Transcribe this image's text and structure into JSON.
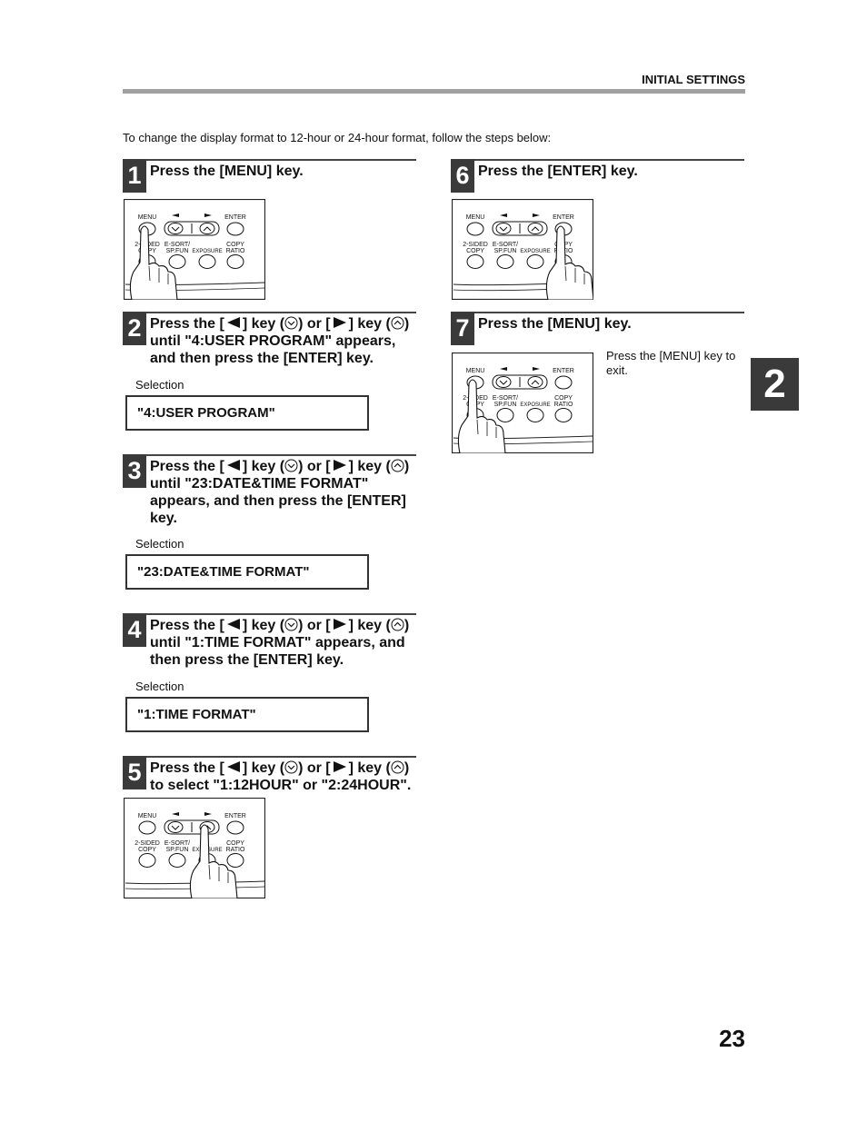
{
  "header": {
    "section": "INITIAL SETTINGS"
  },
  "intro": "To change the display format to 12-hour or 24-hour format, follow the steps below:",
  "common": {
    "press_the": "Press the [",
    "key_open": "] key (",
    "or_open": ") or [",
    "close": ")",
    "selection_label": "Selection"
  },
  "panel_labels": {
    "menu": "MENU",
    "enter": "ENTER",
    "two_sided": "2-SIDED",
    "copy": "COPY",
    "esort": "E-SORT/",
    "spfun": "SP.FUN",
    "exposure": "EXPOSURE",
    "copy2": "COPY",
    "ratio": "RATIO"
  },
  "steps": [
    {
      "number": "1",
      "text": "Press the [MENU] key."
    },
    {
      "number": "2",
      "line2": "until \"4:USER PROGRAM\" appears,",
      "line3": "and then press the [ENTER] key.",
      "selection": "\"4:USER PROGRAM\""
    },
    {
      "number": "3",
      "line2": "until \"23:DATE&TIME FORMAT\"",
      "line3": "appears, and then press the [ENTER]",
      "line4": "key.",
      "selection": "\"23:DATE&TIME FORMAT\""
    },
    {
      "number": "4",
      "line2": "until \"1:TIME FORMAT\" appears, and",
      "line3": "then press the [ENTER] key.",
      "selection": "\"1:TIME FORMAT\""
    },
    {
      "number": "5",
      "line2": "to select \"1:12HOUR\" or \"2:24HOUR\"."
    },
    {
      "number": "6",
      "text": "Press the [ENTER] key."
    },
    {
      "number": "7",
      "text": "Press the [MENU] key.",
      "note": "Press the [MENU] key to exit."
    }
  ],
  "chapter": "2",
  "page_number": "23",
  "icons": [
    "left-arrow-key-icon",
    "down-chevron-circle-icon",
    "right-arrow-key-icon",
    "up-chevron-circle-icon",
    "pointing-hand-icon"
  ]
}
